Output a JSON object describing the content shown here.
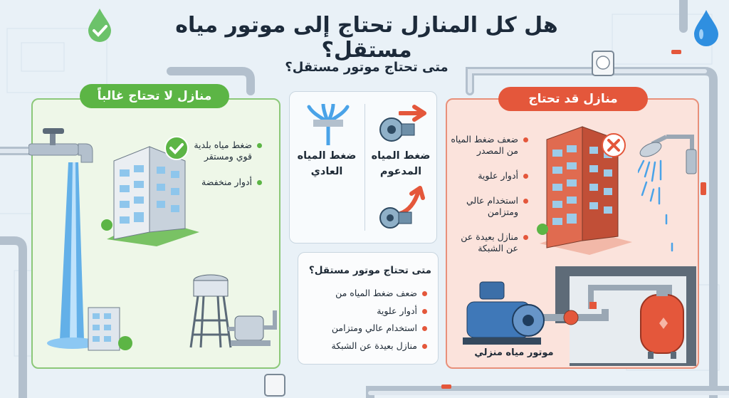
{
  "title": "هل كل المنازل تحتاج إلى موتور مياه مستقل؟",
  "subtitle": "متى تحتاج موتور مستقل؟",
  "green_panel": {
    "header": "منازل لا تحتاج غالباً",
    "bullets": [
      "ضغط مياه بلدية قوي ومستقر",
      "أدوار منخفضة"
    ]
  },
  "red_panel": {
    "header": "منازل قد تحتاج",
    "bullets": [
      "ضعف ضغط المياه من المصدر",
      "أدوار علوية",
      "استخدام عالي ومتزامن",
      "منازل بعيدة عن عن الشبكة"
    ],
    "motor_label": "موتور مياه منزلي"
  },
  "middle_top": {
    "normal_label": "ضغط المياه العادي",
    "boosted_label": "ضغط المياه المدعوم"
  },
  "middle_bottom": {
    "title": "متى تحتاج موتور مستقل؟",
    "bullets": [
      "ضعف ضغط المياه من",
      "أدوار علوية",
      "استخدام عالي ومتزامن",
      "منازل بعيدة عن الشبكة"
    ]
  },
  "colors": {
    "green": "#5cb545",
    "red": "#e4573b",
    "pipe": "#a9b6c4",
    "water": "#4aa3e8"
  },
  "icons": [
    "water-drop-check-icon",
    "water-drop-icon",
    "check-badge-icon",
    "x-badge-icon",
    "faucet-icon",
    "shower-icon",
    "pump-icon",
    "water-tower-icon",
    "pressure-tank-icon",
    "arrow-right-icon",
    "arrow-up-icon",
    "water-meter-icon"
  ]
}
